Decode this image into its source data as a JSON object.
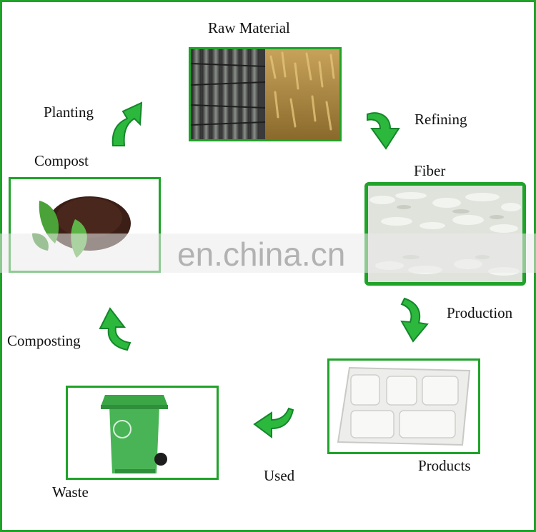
{
  "labels": {
    "raw_material": "Raw Material",
    "refining": "Refining",
    "fiber": "Fiber",
    "production": "Production",
    "products": "Products",
    "used": "Used",
    "waste": "Waste",
    "composting": "Composting",
    "compost": "Compost",
    "planting": "Planting"
  },
  "watermark": "en.china.cn",
  "colors": {
    "border": "#1fa329",
    "arrow": "#2cb83d",
    "arrow_dark": "#14862a"
  },
  "icons": {
    "raw_material": "sugarcane-wheat-photo",
    "fiber": "bagasse-fiber-photo",
    "products": "compartment-tray-photo",
    "waste": "green-wheelie-bin-photo",
    "compost": "soil-with-leaves-photo",
    "arrows": "curved-green-arrow-icon"
  }
}
